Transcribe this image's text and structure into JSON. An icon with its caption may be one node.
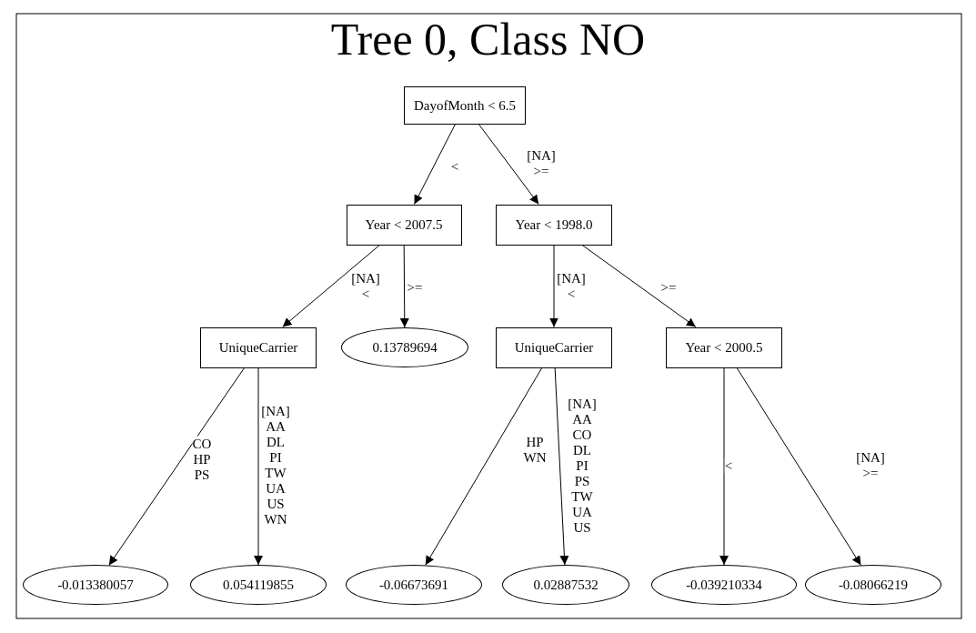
{
  "diagram": {
    "title": "Tree 0, Class NO",
    "nodes": [
      {
        "text": [
          "DayofMonth < 6.5"
        ]
      },
      {
        "text": [
          "Year < 2007.5"
        ]
      },
      {
        "text": [
          "Year < 1998.0"
        ]
      },
      {
        "text": [
          "UniqueCarrier"
        ]
      },
      {
        "text": [
          "0.13789694"
        ]
      },
      {
        "text": [
          "UniqueCarrier"
        ]
      },
      {
        "text": [
          "Year < 2000.5"
        ]
      },
      {
        "text": [
          "-0.013380057"
        ]
      },
      {
        "text": [
          "0.054119855"
        ]
      },
      {
        "text": [
          "-0.06673691"
        ]
      },
      {
        "text": [
          "0.02887532"
        ]
      },
      {
        "text": [
          "-0.039210334"
        ]
      },
      {
        "text": [
          "-0.08066219"
        ]
      }
    ],
    "edges": [
      {
        "from": 0,
        "to": 1,
        "arrow": "to",
        "label": "<"
      },
      {
        "from": 0,
        "to": 2,
        "arrow": "to",
        "label": "[NA] >="
      },
      {
        "from": 1,
        "to": 3,
        "arrow": "to",
        "label": "[NA] <"
      },
      {
        "from": 1,
        "to": 4,
        "arrow": "to",
        "label": ">="
      },
      {
        "from": 2,
        "to": 5,
        "arrow": "to",
        "label": "[NA] <"
      },
      {
        "from": 2,
        "to": 6,
        "arrow": "to",
        "label": ">="
      },
      {
        "from": 3,
        "to": 7,
        "arrow": "to",
        "label": "CO HP PS"
      },
      {
        "from": 3,
        "to": 8,
        "arrow": "to",
        "label": "[NA] AA DL PI TW UA US WN"
      },
      {
        "from": 5,
        "to": 9,
        "arrow": "to",
        "label": "HP WN"
      },
      {
        "from": 5,
        "to": 10,
        "arrow": "to",
        "label": "[NA] AA CO DL PI PS TW UA US"
      },
      {
        "from": 6,
        "to": 11,
        "arrow": "to",
        "label": "<"
      },
      {
        "from": 6,
        "to": 12,
        "arrow": "to",
        "label": "[NA] >="
      }
    ]
  }
}
